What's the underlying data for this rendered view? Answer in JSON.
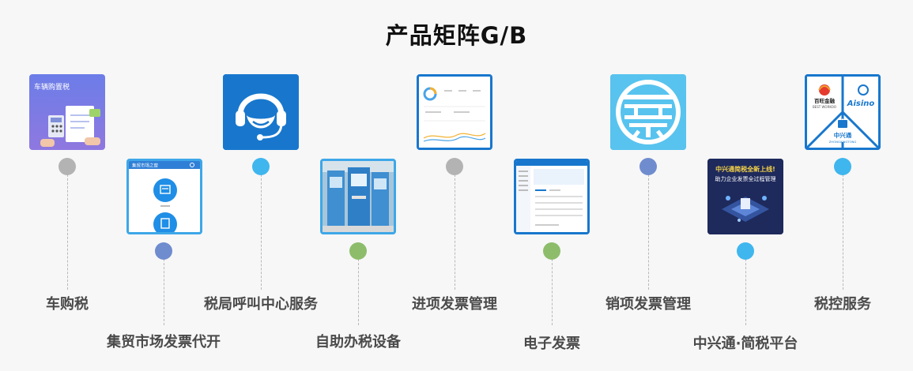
{
  "page": {
    "title": "产品矩阵G/B"
  },
  "products": [
    {
      "id": "vehicle-tax",
      "label": "车购税",
      "thumb_text": "车辆购置税",
      "dot_color": "#b3b3b3"
    },
    {
      "id": "market-invoice",
      "label": "集贸市场发票代开",
      "thumb_text": "集贸市场之窗",
      "dot_color": "#6f8ccf"
    },
    {
      "id": "call-center",
      "label": "税局呼叫中心服务",
      "dot_color": "#3fb6ee"
    },
    {
      "id": "self-service",
      "label": "自助办税设备",
      "dot_color": "#8dbd6b"
    },
    {
      "id": "input-invoice",
      "label": "进项发票管理",
      "dot_color": "#b3b3b3"
    },
    {
      "id": "e-invoice",
      "label": "电子发票",
      "dot_color": "#8dbd6b"
    },
    {
      "id": "output-invoice",
      "label": "销项发票管理",
      "dot_color": "#6f8ccf"
    },
    {
      "id": "zte-platform",
      "label": "中兴通·简税平台",
      "thumb_line1": "中兴通简税全新上线!",
      "thumb_line2": "助力企业发票全过程管理",
      "dot_color": "#3fb6ee"
    },
    {
      "id": "tax-control",
      "label": "税控服务",
      "logo_left": "百旺金融",
      "logo_left_sub": "BEST WORKOO",
      "logo_right": "Aisino",
      "logo_bottom": "中兴通",
      "logo_bottom_sub": "ZHONGXINGTONG",
      "dot_color": "#3fb6ee"
    }
  ]
}
